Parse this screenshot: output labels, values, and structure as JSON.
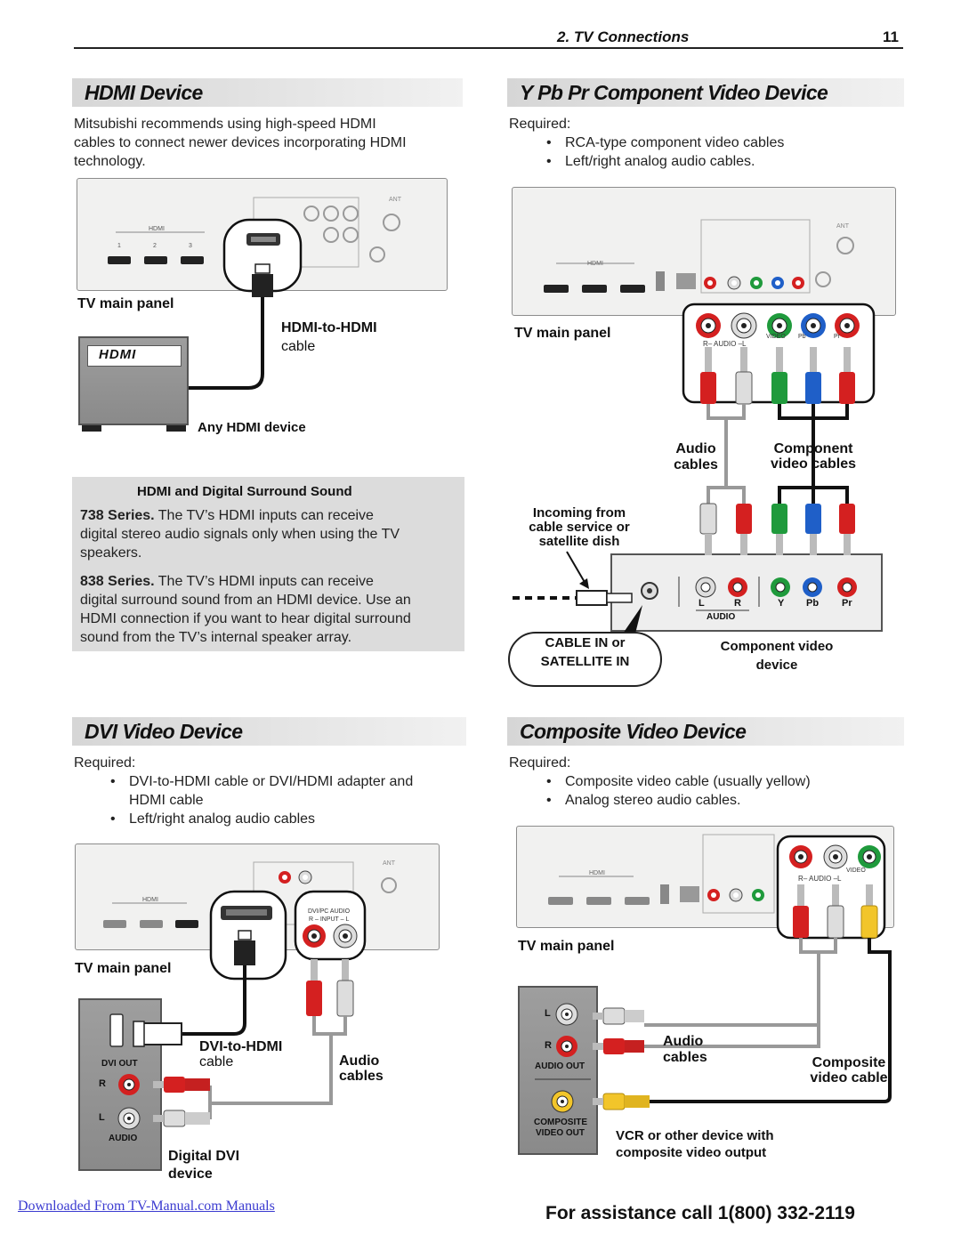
{
  "header": {
    "section": "2. TV Connections",
    "page": "11"
  },
  "hdmi": {
    "title": "HDMI Device",
    "intro": [
      "Mitsubishi recommends using high-speed HDMI",
      "cables to connect newer devices incorporating HDMI",
      "technology."
    ],
    "labels": {
      "tv_panel": "TV main panel",
      "cable_line1": "HDMI-to-HDMI",
      "cable_line2": "cable",
      "device": "Any HDMI device",
      "logo": "HDMI"
    },
    "box": {
      "title": "HDMI and Digital Surround Sound",
      "p738_bold": "738 Series.",
      "p738_lines": [
        " The TV’s HDMI inputs can receive",
        "digital stereo audio signals only when using the TV",
        "speakers."
      ],
      "p838_bold": "838 Series.",
      "p838_lines": [
        " The TV’s HDMI inputs can receive",
        "digital surround sound from an HDMI device.  Use an",
        "HDMI connection if you want to hear digital surround",
        "sound from the TV’s internal speaker array."
      ]
    }
  },
  "component": {
    "title": "Y Pb Pr Component Video Device",
    "required": "Required:",
    "bullets": [
      "RCA-type component video cables",
      "Left/right analog audio cables."
    ],
    "labels": {
      "tv_panel": "TV main panel",
      "audio_1": "Audio",
      "audio_2": "cables",
      "comp_1": "Component",
      "comp_2": "video cables",
      "incoming_1": "Incoming from",
      "incoming_2": "cable service or",
      "incoming_3": "satellite dish",
      "cable_in_1": "CABLE IN or",
      "cable_in_2": "SATELLITE IN",
      "device_1": "Component video",
      "device_2": "device",
      "jack_l": "L",
      "jack_r": "R",
      "jack_y": "Y",
      "jack_pb": "Pb",
      "jack_pr": "Pr",
      "jack_audio": "AUDIO",
      "inset_audio": "R– AUDIO –L",
      "inset_video": "VIDEO",
      "inset_pb": "Pb",
      "inset_pr": "Pr"
    }
  },
  "dvi": {
    "title": "DVI Video Device",
    "required": "Required:",
    "bullets": [
      "DVI-to-HDMI cable or DVI/HDMI adapter and",
      "HDMI cable",
      "Left/right analog audio cables"
    ],
    "labels": {
      "tv_panel": "TV main panel",
      "cable_1": "DVI-to-HDMI",
      "cable_2": "cable",
      "audio_1": "Audio",
      "audio_2": "cables",
      "device_1": "Digital DVI",
      "device_2": "device",
      "dvi_out": "DVI OUT",
      "jack_r": "R",
      "jack_l": "L",
      "jack_audio": "AUDIO",
      "inset_title": "DVI/PC AUDIO",
      "inset_sub": "R – INPUT – L"
    }
  },
  "composite": {
    "title": "Composite Video Device",
    "required": "Required:",
    "bullets": [
      "Composite video cable (usually yellow)",
      "Analog stereo audio cables."
    ],
    "labels": {
      "tv_panel": "TV main panel",
      "audio_1": "Audio",
      "audio_2": "cables",
      "comp_1": "Composite",
      "comp_2": "video cable",
      "device_1": "VCR or other device with",
      "device_2": "composite video output",
      "jack_l": "L",
      "jack_r": "R",
      "audio_out": "AUDIO OUT",
      "composite_1": "COMPOSITE",
      "composite_2": "VIDEO OUT",
      "inset_audio": "R– AUDIO –L",
      "inset_video": "VIDEO"
    }
  },
  "footer": {
    "link": "Downloaded From TV-Manual.com Manuals",
    "help": "For assistance call 1(800) 332-2119"
  },
  "colors": {
    "red": "#d42020",
    "green": "#1f9a3c",
    "blue": "#1f5fc8",
    "yellow": "#f2c52a",
    "white": "#e8e8e8"
  }
}
